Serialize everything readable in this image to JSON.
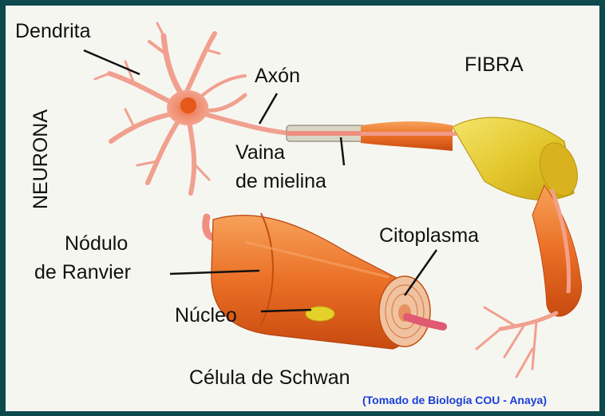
{
  "diagram": {
    "labels": {
      "dendrita": "Dendrita",
      "axon": "Axón",
      "fibra": "FIBRA",
      "neurona": "NEURONA",
      "vaina_l1": "Vaina",
      "vaina_l2": "de mielina",
      "nodulo_l1": "Nódulo",
      "nodulo_l2": "de  Ranvier",
      "citoplasma": "Citoplasma",
      "nucleo": "Núcleo",
      "schwan": "Célula de Schwan"
    },
    "source": "(Tomado de Biología COU -  Anaya)"
  },
  "colors": {
    "frame": "#0d4a4d",
    "background": "#f6f6f1",
    "neuron": "#f1a08f",
    "myelin_yellow": "#e8d33a",
    "schwann_orange": "#e9722a",
    "source_text": "#1a3fd6"
  }
}
